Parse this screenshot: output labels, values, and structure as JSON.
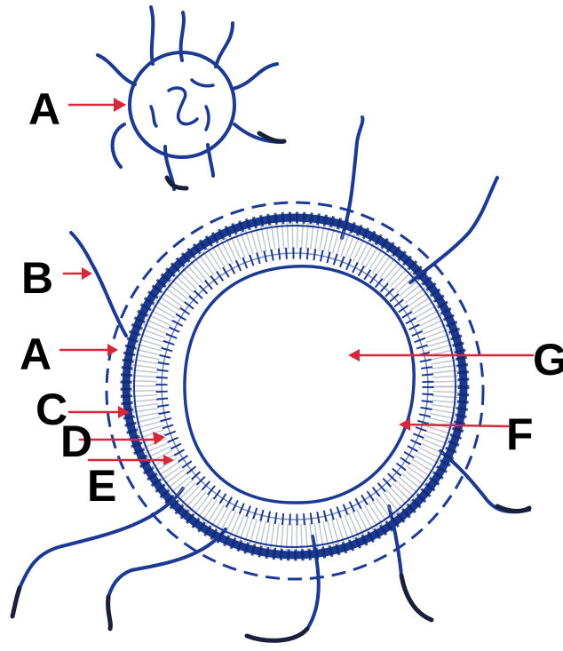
{
  "labels": {
    "small_a": "A",
    "b": "B",
    "a": "A",
    "c": "C",
    "d": "D",
    "e": "E",
    "f": "F",
    "g": "G"
  },
  "colors": {
    "ink_blue": "#1c3a94",
    "tail_dark": "#1a1f3a",
    "arrow_red": "#d6283a",
    "label_black": "#000000",
    "speckle": "#888888"
  }
}
